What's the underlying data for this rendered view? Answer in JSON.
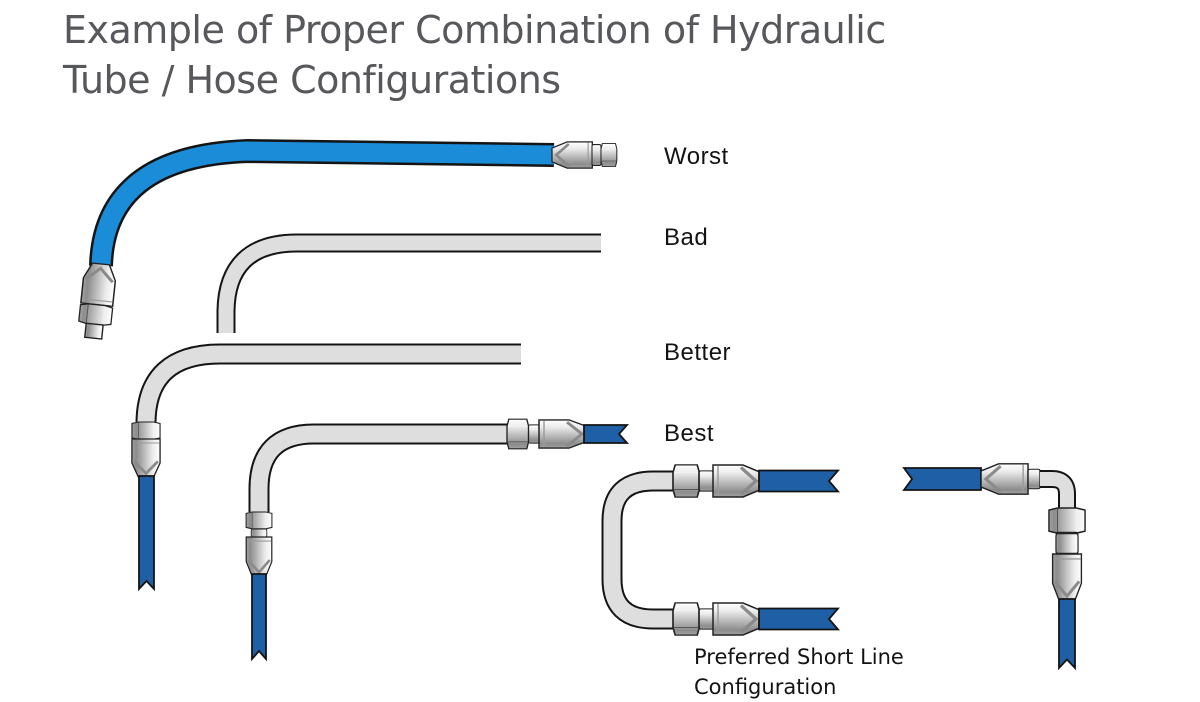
{
  "title": {
    "line1": "Example of Proper Combination of Hydraulic",
    "line2": "Tube / Hose Configurations"
  },
  "diagram": {
    "rows": [
      {
        "id": "worst",
        "label": "Worst"
      },
      {
        "id": "bad",
        "label": "Bad"
      },
      {
        "id": "better",
        "label": "Better"
      },
      {
        "id": "best",
        "label": "Best"
      }
    ],
    "caption_line1": "Preferred Short Line",
    "caption_line2": "Configuration"
  },
  "colors": {
    "hose_blue_bright": "#1B8CD8",
    "hose_blue_dark": "#1F5FA6",
    "tube_gray": "#DEDEDE",
    "outline_black": "#141414",
    "title_text": "#57585B",
    "label_text": "#131313",
    "background": "#FFFFFF"
  }
}
